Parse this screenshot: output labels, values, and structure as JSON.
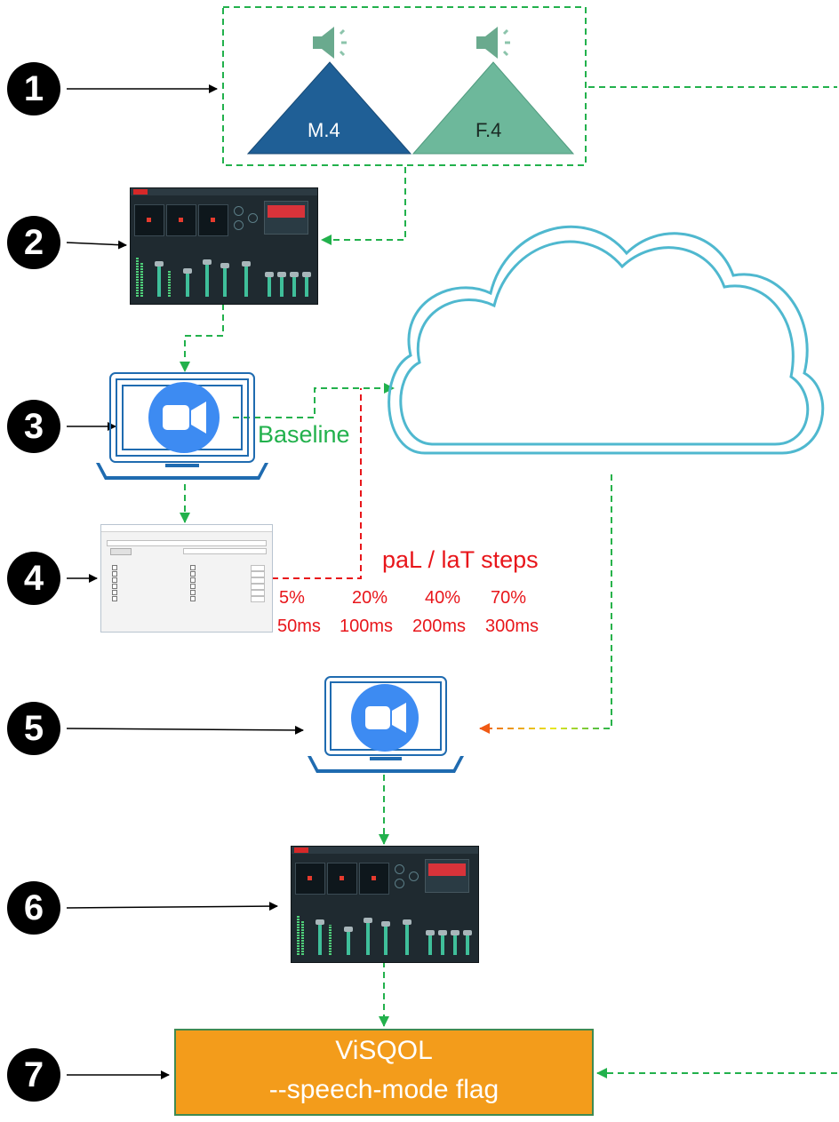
{
  "steps": [
    "1",
    "2",
    "3",
    "4",
    "5",
    "6",
    "7"
  ],
  "speakers": [
    {
      "label": "M.4",
      "color": "#1f5f96",
      "text_color": "#ffffff"
    },
    {
      "label": "F.4",
      "color": "#6db89b",
      "text_color": "#1a2a24"
    }
  ],
  "labels": {
    "baseline": "Baseline",
    "impairment_title": "paL / laT steps",
    "packet_loss_steps": [
      "5%",
      "20%",
      "40%",
      "70%"
    ],
    "latency_steps": [
      "50ms",
      "100ms",
      "200ms",
      "300ms"
    ]
  },
  "visqol": {
    "title": "ViSQOL",
    "flag": "--speech-mode  flag"
  },
  "colors": {
    "green_flow": "#22b14c",
    "red_flow": "#e8161b",
    "cloud_stroke": "#4fb8cf",
    "laptop_blue": "#1f6bb0",
    "zoom_blue": "#3d8bf2",
    "visqol_fill": "#f39c1b"
  },
  "icons": [
    "speaker-icon",
    "zoom-camera-icon",
    "laptop-icon",
    "cloud-icon"
  ]
}
